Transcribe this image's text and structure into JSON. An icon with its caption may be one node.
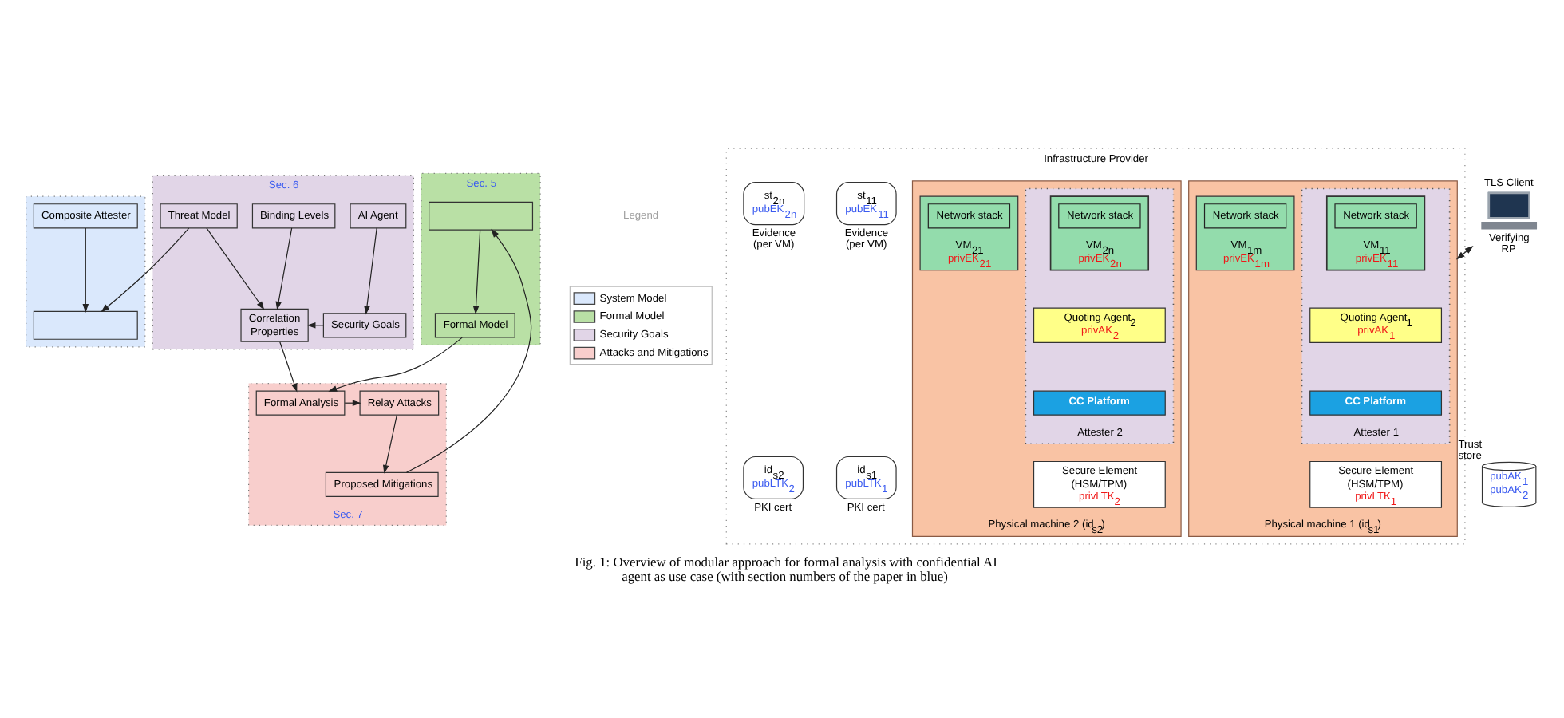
{
  "diagram": {
    "caption": "Fig. 1: Overview of modular approach for formal analysis with confidential AI agent as use case (with section numbers of the paper in blue)",
    "nodes": [
      {
        "text": [],
        "shape": "box"
      },
      {
        "text": [],
        "shape": "box",
        "in": 0
      },
      {
        "text": [
          "Composite Attester"
        ],
        "in": 0
      },
      {
        "text": [
          "Sec. 5"
        ]
      },
      {
        "text": [],
        "shape": "box",
        "in": 3
      },
      {
        "text": [
          "Formal Model"
        ],
        "in": 3
      },
      {
        "text": [
          "Sec. 6"
        ]
      },
      {
        "text": [
          "AI Agent"
        ],
        "in": 6
      },
      {
        "text": [
          "Threat Model"
        ],
        "in": 6
      },
      {
        "text": [
          "Security Goals"
        ],
        "in": 6
      },
      {
        "text": [
          "Correlation Properties"
        ],
        "in": 6
      },
      {
        "text": [
          "Binding Levels"
        ],
        "in": 6
      },
      {
        "text": [
          "Sec. 7"
        ]
      },
      {
        "text": [
          "Formal Analysis"
        ],
        "in": 12
      },
      {
        "text": [
          "Relay Attacks"
        ],
        "in": 12
      },
      {
        "text": [
          "Proposed Mitigations"
        ],
        "in": 12
      },
      {
        "text": [
          "Infrastructure Provider"
        ]
      },
      {
        "text": [
          "st$_{11}$",
          "pubEK$_{11}$"
        ],
        "beside": [
          "Evidence (per VM)"
        ],
        "in": 16
      },
      {
        "text": [
          "id$_{s1}$",
          "pubLTK$_{1}$"
        ],
        "beside": [
          "PKI cert"
        ],
        "in": 16
      },
      {
        "text": [
          "Physical machine 1 (id$_{s1}$)"
        ],
        "in": 16
      },
      {
        "text": [
          "Attester 1"
        ],
        "in": 19
      },
      {
        "text": [
          "VM$_{11}$",
          "privEK$_{11}$"
        ],
        "in": 20
      },
      {
        "text": [
          "Network stack"
        ],
        "in": 21
      },
      {
        "text": [
          "VM$_{1m}$",
          "privEK$_{1m}$"
        ],
        "in": 19
      },
      {
        "text": [
          "Network stack"
        ],
        "in": 23
      },
      {
        "text": [
          "Quoting Agent$_{1}$",
          "privAK$_{1}$"
        ],
        "in": 20
      },
      {
        "text": [
          "CC Platform"
        ],
        "in": 20
      },
      {
        "text": [
          "Secure Element (HSM/TPM)",
          "privLTK$_{1}$"
        ],
        "in": 19
      },
      {
        "text": [
          "Physical machine 2 (id$_{s2}$)"
        ],
        "in": 16
      },
      {
        "text": [
          "Attester 2"
        ],
        "in": 28
      },
      {
        "text": [
          "VM$_{21}$",
          "privEK$_{21}$"
        ],
        "in": 28
      },
      {
        "text": [
          "Network stack"
        ],
        "in": 30
      },
      {
        "text": [
          "VM$_{2n}$",
          "privEK$_{2n}$"
        ],
        "in": 29
      },
      {
        "text": [
          "Network stack"
        ],
        "in": 32
      },
      {
        "text": [
          "Quoting Agent$_{2}$",
          "privAK$_{2}$"
        ],
        "in": 29
      },
      {
        "text": [
          "CC Platform"
        ],
        "in": 29
      },
      {
        "text": [
          "Secure Element (HSM/TPM)",
          "privLTK$_{2}$"
        ],
        "in": 28
      },
      {
        "text": [
          "st$_{2n}$",
          "pubEK$_{2n}$"
        ],
        "beside": [
          "Evidence (per VM)"
        ],
        "in": 16
      },
      {
        "text": [
          "id$_{s2}$",
          "pubLTK$_{2}$"
        ],
        "beside": [
          "PKI cert"
        ],
        "in": 16
      },
      {
        "text": [],
        "shape": "picture",
        "beside": [
          "TLS Client",
          "Verifying RP"
        ]
      },
      {
        "text": [
          "pubAK$_{1}$",
          "pubAK$_{2}$"
        ],
        "beside": [
          "Trust store"
        ]
      }
    ],
    "edges": [
      {
        "from": 2,
        "to": 1,
        "arrow": "to"
      },
      {
        "from": 8,
        "to": 1,
        "arrow": "to"
      },
      {
        "from": 4,
        "to": 5,
        "arrow": "to"
      },
      {
        "from": 5,
        "to": 13,
        "arrow": "to"
      },
      {
        "from": 7,
        "to": 9,
        "arrow": "to"
      },
      {
        "from": 9,
        "to": 10,
        "arrow": "to"
      },
      {
        "from": 8,
        "to": 10,
        "arrow": "to"
      },
      {
        "from": 11,
        "to": 10,
        "arrow": "to"
      },
      {
        "from": 10,
        "to": 13,
        "arrow": "to"
      },
      {
        "from": 13,
        "to": 14,
        "arrow": "to"
      },
      {
        "from": 14,
        "to": 15,
        "arrow": "to"
      },
      {
        "from": 15,
        "to": 4,
        "arrow": "to"
      },
      {
        "from": 39,
        "to": 19,
        "arrow": "both"
      }
    ],
    "labels": [
      "Legend"
    ],
    "legend": [
      {
        "text": "System Model",
        "color": "#dae8fc"
      },
      {
        "text": "Formal Model",
        "color": "#b9e0a5"
      },
      {
        "text": "Security Goals",
        "color": "#e1d5e7"
      },
      {
        "text": "Attacks and Mitigations",
        "color": "#f8cecc"
      }
    ]
  }
}
